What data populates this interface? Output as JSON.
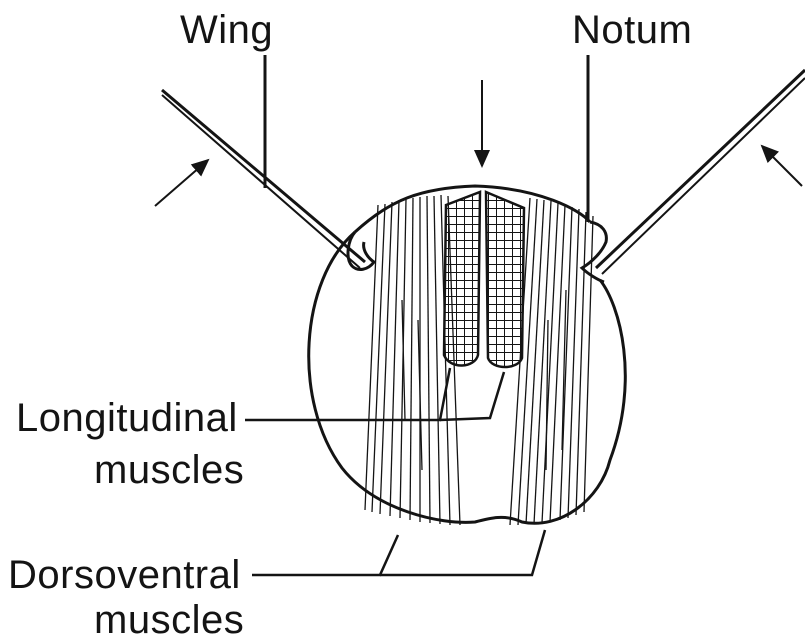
{
  "labels": {
    "wing": "Wing",
    "notum": "Notum",
    "longitudinal_line1": "Longitudinal",
    "longitudinal_line2": "muscles",
    "dorsoventral_line1": "Dorsoventral",
    "dorsoventral_line2": "muscles"
  },
  "colors": {
    "ink": "#141414",
    "background": "#ffffff"
  }
}
